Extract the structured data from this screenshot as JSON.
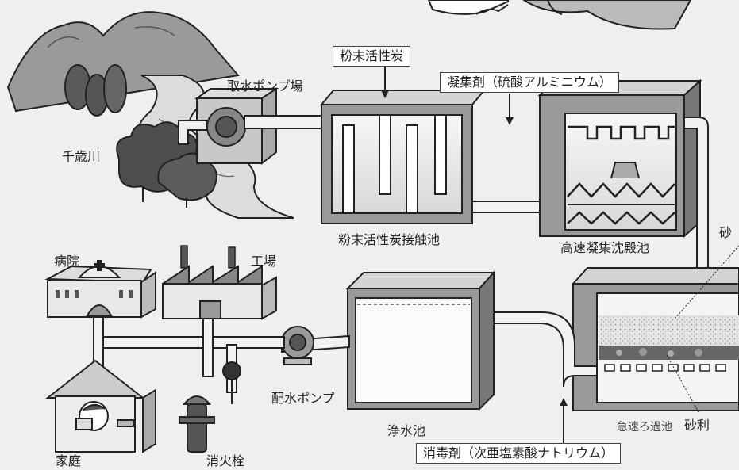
{
  "labels": {
    "intake_pump": "取水ポンプ場",
    "river": "千歳川",
    "activated_carbon": "粉末活性炭",
    "coagulant": "凝集剤（硫酸アルミニウム）",
    "contact_basin": "粉末活性炭接触池",
    "sedimentation": "高速凝集沈殿池",
    "sand_cut": "砂",
    "hospital": "病院",
    "factory": "工場",
    "distribution_pump": "配水ポンプ",
    "clear_water": "浄水池",
    "rapid_filter": "急速ろ過池",
    "gravel": "砂利",
    "home": "家庭",
    "hydrant": "消火栓",
    "disinfectant": "消毒剤（次亜塩素酸ナトリウム）"
  }
}
